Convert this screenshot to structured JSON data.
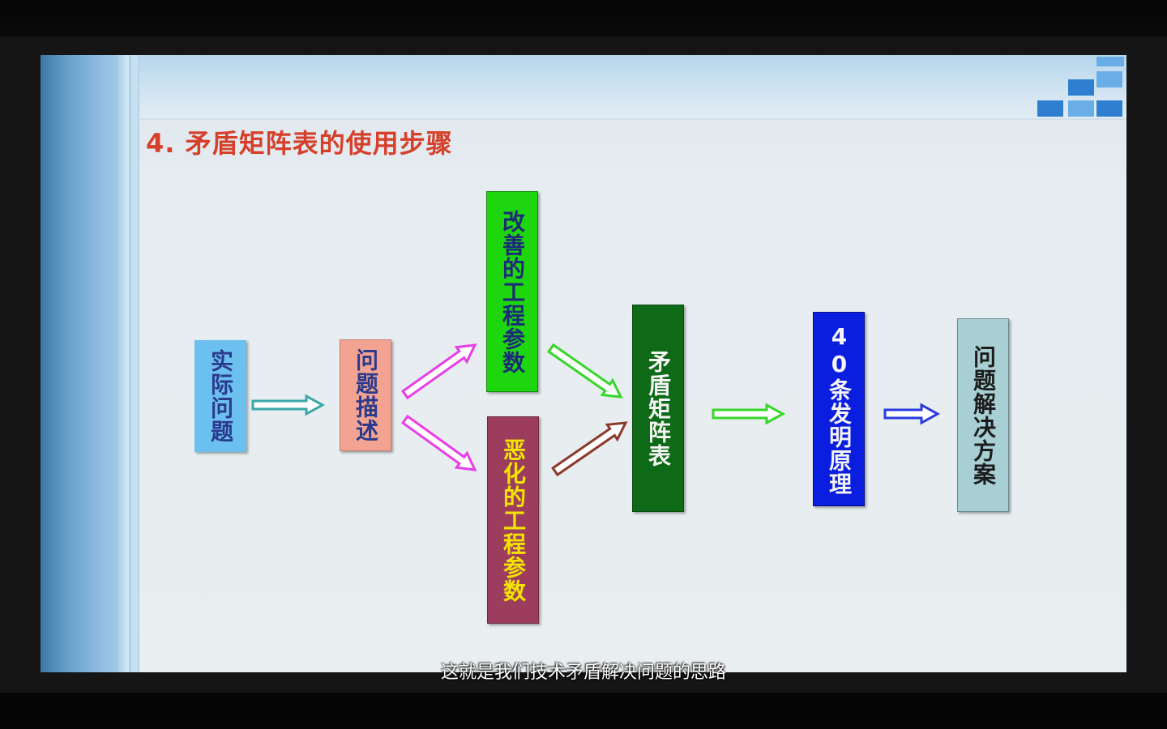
{
  "slide": {
    "title": "4. 矛盾矩阵表的使用步骤"
  },
  "diagram": {
    "nodes": [
      {
        "id": "actual-problem",
        "label": "实际问题",
        "fill": "#6cc0ef",
        "text_color": "#2a3a8c"
      },
      {
        "id": "problem-description",
        "label": "问题描述",
        "fill": "#f3a392",
        "text_color": "#2a3a8c"
      },
      {
        "id": "improving-parameter",
        "label": "改善的工程参数",
        "fill": "#1ed60e",
        "text_color": "#1d2a7a"
      },
      {
        "id": "worsening-parameter",
        "label": "恶化的工程参数",
        "fill": "#9c3d5e",
        "text_color": "#f2e400"
      },
      {
        "id": "contradiction-matrix",
        "label": "矛盾矩阵表",
        "fill": "#0f6a18",
        "text_color": "#f4f4f4"
      },
      {
        "id": "inventive-principles",
        "label": "40条发明原理",
        "fill": "#0a1ee0",
        "text_color": "#f4f4f4"
      },
      {
        "id": "problem-solution",
        "label": "问题解决方案",
        "fill": "#a8cfd3",
        "text_color": "#1c1c1c"
      }
    ],
    "edges": [
      {
        "from": "actual-problem",
        "to": "problem-description",
        "color": "#3aa8a8"
      },
      {
        "from": "problem-description",
        "to": "improving-parameter",
        "color": "#e83ee8"
      },
      {
        "from": "problem-description",
        "to": "worsening-parameter",
        "color": "#e83ee8"
      },
      {
        "from": "improving-parameter",
        "to": "contradiction-matrix",
        "color": "#36d62a"
      },
      {
        "from": "worsening-parameter",
        "to": "contradiction-matrix",
        "color": "#8b3a2a"
      },
      {
        "from": "contradiction-matrix",
        "to": "inventive-principles",
        "color": "#36d62a"
      },
      {
        "from": "inventive-principles",
        "to": "problem-solution",
        "color": "#2a3ae0"
      }
    ]
  },
  "video": {
    "subtitle": "这就是我们技术矛盾解决问题的思路"
  }
}
